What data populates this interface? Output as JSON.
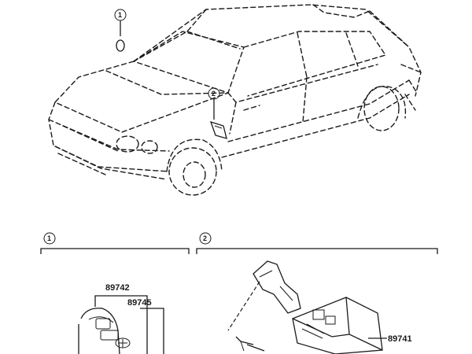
{
  "callouts": {
    "ref1": "1",
    "ref2": "2"
  },
  "sections": {
    "left_ref": "1",
    "right_ref": "2"
  },
  "parts": {
    "transmitter": "89742",
    "key_blade": "89745",
    "receiver": "89741"
  }
}
